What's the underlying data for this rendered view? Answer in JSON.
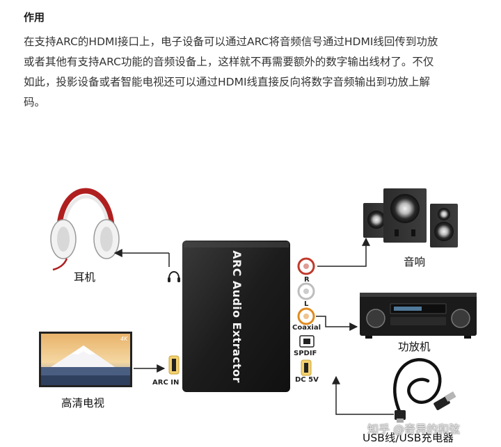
{
  "text": {
    "heading": "作用",
    "lines": [
      "在支持ARC的HDMI接口上，电子设备可以通过ARC将音频信号通过HDMI线回传到功放",
      "或者其他有支持ARC功能的音频设备上，这样就不再需要额外的数字输出线材了。不仅",
      "如此，投影设备或者智能电视还可以通过HDMI线直接反向将数字音频输出到功放上解",
      "码。"
    ]
  },
  "diagram": {
    "device_name": "ARC Audio Extractor",
    "ports": {
      "arc_in": "ARC IN",
      "r": "R",
      "l": "L",
      "coaxial": "Coaxial",
      "spdif": "SPDIF",
      "dc": "DC 5V"
    },
    "captions": {
      "headphones": "耳机",
      "tv": "高清电视",
      "speakers": "音响",
      "amplifier": "功放机",
      "usb": "USB线/USB充电器"
    },
    "tv_badge": "4K",
    "colors": {
      "device": "#1e1e1e",
      "port_red": "#c0392b",
      "port_white": "#bdbdbd",
      "port_orange": "#e08a1e",
      "port_gold": "#e0b020",
      "headphone_red": "#b01f1f"
    }
  },
  "watermark": "知乎 @奇异的和弦"
}
